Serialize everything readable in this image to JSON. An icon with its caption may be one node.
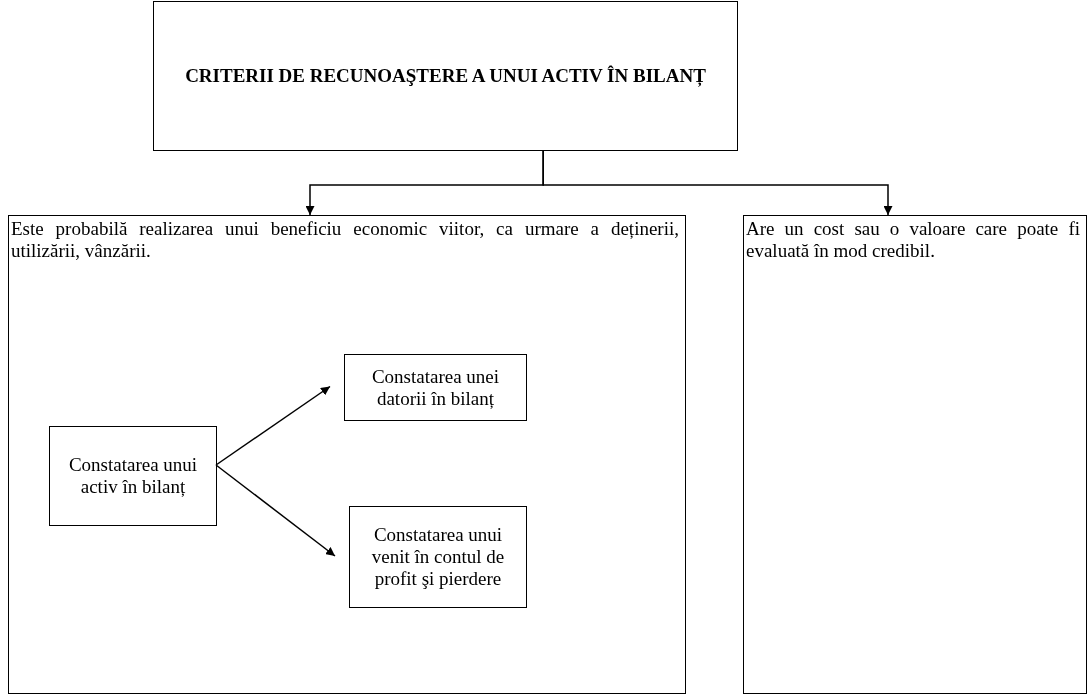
{
  "diagram": {
    "nodes": [
      {
        "text": [
          "CRITERII DE RECUNOAŞTERE A UNUI ACTIV ÎN BILANȚ"
        ]
      },
      {
        "text": [
          "Este probabilă realizarea unui beneficiu economic viitor, ca urmare a deținerii, utilizării, vânzării."
        ]
      },
      {
        "text": [
          "Constatarea unui activ în bilanț"
        ],
        "in": 1
      },
      {
        "text": [
          "Constatarea unei datorii în bilanț"
        ],
        "in": 1
      },
      {
        "text": [
          "Constatarea unui venit în contul de profit şi pierdere"
        ],
        "in": 1
      },
      {
        "text": [
          "Are un cost sau o valoare care poate fi evaluată în mod credibil."
        ]
      }
    ],
    "edges": [
      {
        "from": 0,
        "to": 1,
        "arrow": "to"
      },
      {
        "from": 0,
        "to": 5,
        "arrow": "to"
      },
      {
        "from": 2,
        "to": 3,
        "arrow": "to"
      },
      {
        "from": 2,
        "to": 4,
        "arrow": "to"
      }
    ]
  }
}
